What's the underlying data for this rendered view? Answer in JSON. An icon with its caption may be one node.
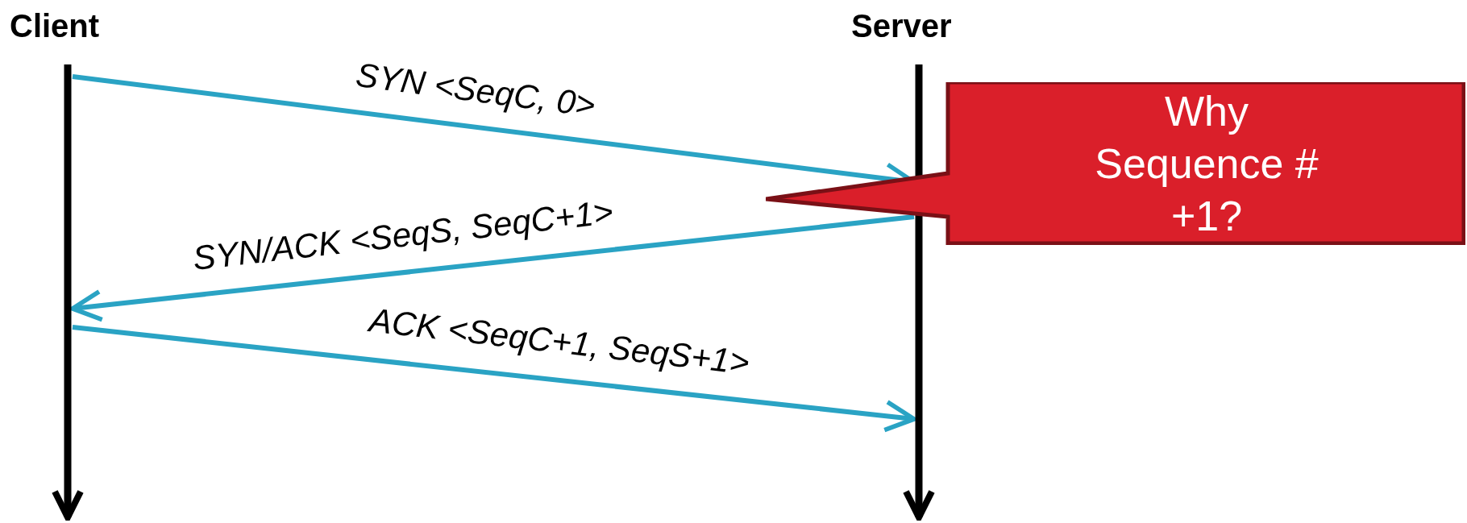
{
  "diagram": {
    "nodes": [
      {
        "text": [],
        "shape": "bar"
      },
      {
        "text": [],
        "shape": "bar"
      },
      {
        "text": [
          "Why Sequence # +1?"
        ]
      }
    ],
    "edges": [
      {
        "from": 0,
        "to": 1,
        "arrow": "to",
        "label": "SYN <SeqC, 0>"
      },
      {
        "from": 1,
        "to": 0,
        "arrow": "to",
        "label": "SYN/ACK <SeqS, SeqC+1>"
      },
      {
        "from": 0,
        "to": 1,
        "arrow": "to",
        "label": "ACK <SeqC+1, SeqS+1>"
      }
    ],
    "labels": [
      "Client",
      "Server"
    ]
  }
}
